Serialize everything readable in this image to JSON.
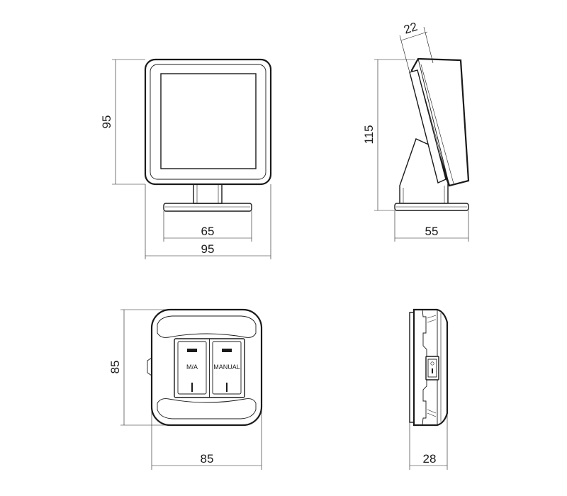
{
  "front_view": {
    "height_dim": "95",
    "base_width_dim": "65",
    "overall_width_dim": "95"
  },
  "side_view": {
    "tilt_depth_dim": "22",
    "height_dim": "115",
    "base_depth_dim": "55"
  },
  "wall_front_view": {
    "height_dim": "85",
    "width_dim": "85",
    "button_left_label": "M/A",
    "button_right_label": "MANUAL"
  },
  "wall_side_view": {
    "depth_dim": "28"
  }
}
